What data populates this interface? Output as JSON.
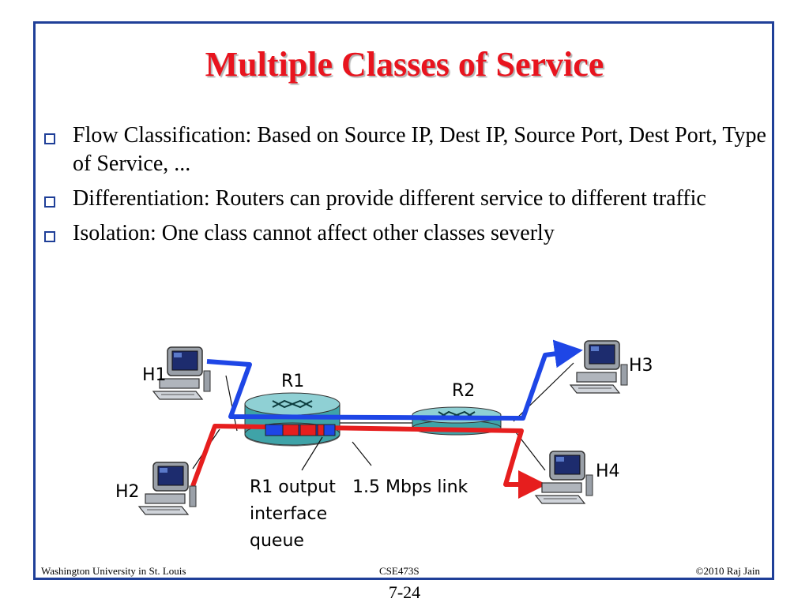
{
  "slide": {
    "title": "Multiple Classes of Service",
    "bullets": [
      "Flow Classification: Based on Source IP, Dest IP, Source Port, Dest Port, Type of Service, ...",
      "Differentiation: Routers can provide different service to different traffic",
      "Isolation: One class cannot affect other classes severly"
    ]
  },
  "diagram": {
    "hosts": [
      "H1",
      "H2",
      "H3",
      "H4"
    ],
    "routers": [
      "R1",
      "R2"
    ],
    "annotations": {
      "queue_line1": "R1 output",
      "queue_line2": "interface",
      "queue_line3": "queue",
      "link": "1.5 Mbps link"
    },
    "colors": {
      "flow_blue": "#1e46e6",
      "flow_red": "#e61e1e",
      "router_body": "#3fa3a8",
      "router_top": "#8fd0d4"
    },
    "icons": [
      "computer-icon",
      "router-icon"
    ]
  },
  "footer": {
    "left": "Washington University in St. Louis",
    "center": "CSE473S",
    "right": "©2010 Raj Jain",
    "page": "7-24"
  }
}
